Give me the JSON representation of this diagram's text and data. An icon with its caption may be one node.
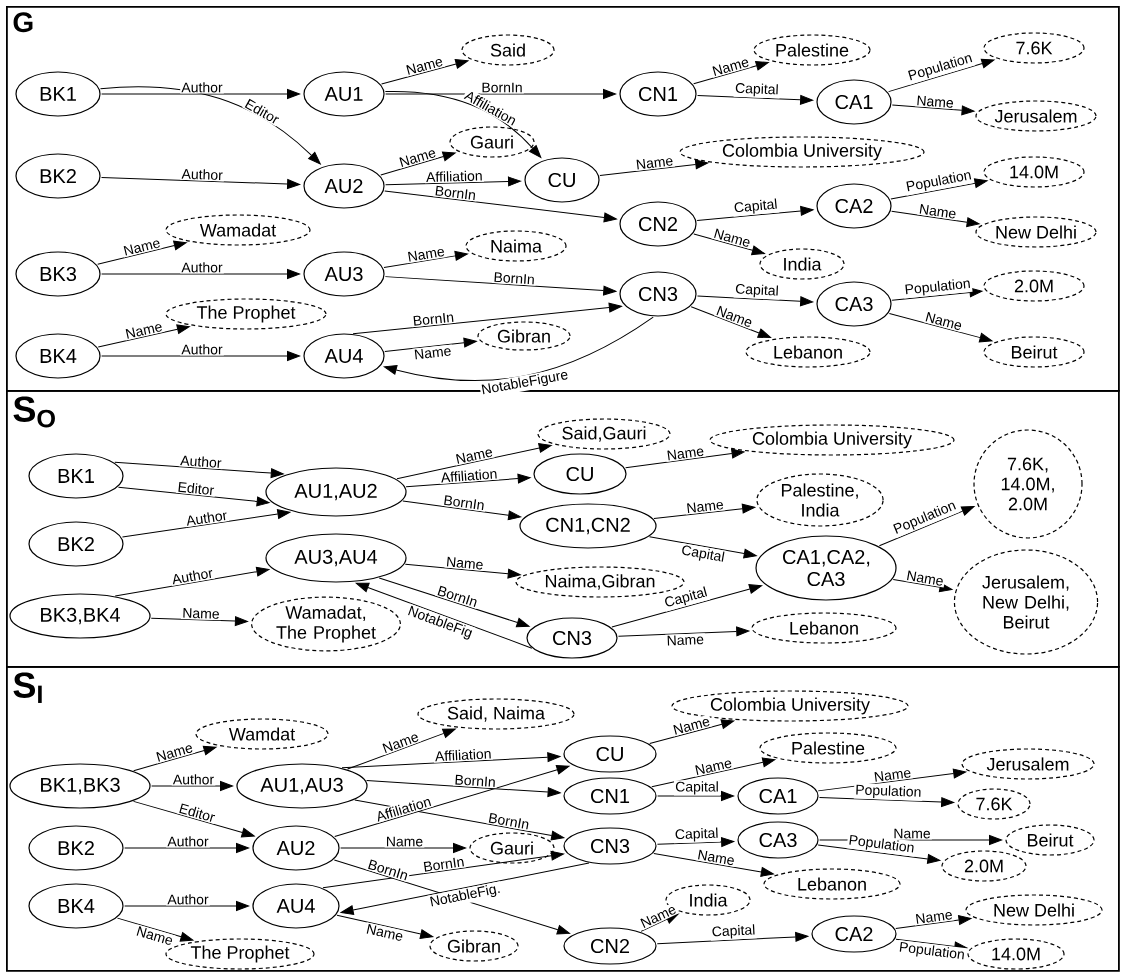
{
  "diagram": {
    "nodes": [
      {
        "text": [
          "G"
        ]
      },
      {
        "text": [
          "BK1"
        ],
        "in": 0
      },
      {
        "text": [
          "AU1"
        ],
        "in": 0
      },
      {
        "text": [
          "Said"
        ],
        "in": 0
      },
      {
        "text": [
          "CN1"
        ],
        "in": 0
      },
      {
        "text": [
          "Palestine"
        ],
        "in": 0
      },
      {
        "text": [
          "CA1"
        ],
        "in": 0
      },
      {
        "text": [
          "7.6K"
        ],
        "in": 0
      },
      {
        "text": [
          "Jerusalem"
        ],
        "in": 0
      },
      {
        "text": [
          "BK2"
        ],
        "in": 0
      },
      {
        "text": [
          "AU2"
        ],
        "in": 0
      },
      {
        "text": [
          "Gauri"
        ],
        "in": 0
      },
      {
        "text": [
          "CU"
        ],
        "in": 0
      },
      {
        "text": [
          "Colombia University"
        ],
        "in": 0
      },
      {
        "text": [
          "CN2"
        ],
        "in": 0
      },
      {
        "text": [
          "CA2"
        ],
        "in": 0
      },
      {
        "text": [
          "14.0M"
        ],
        "in": 0
      },
      {
        "text": [
          "New Delhi"
        ],
        "in": 0
      },
      {
        "text": [
          "India"
        ],
        "in": 0
      },
      {
        "text": [
          "Wamadat"
        ],
        "in": 0
      },
      {
        "text": [
          "BK3"
        ],
        "in": 0
      },
      {
        "text": [
          "AU3"
        ],
        "in": 0
      },
      {
        "text": [
          "Naima"
        ],
        "in": 0
      },
      {
        "text": [
          "CN3"
        ],
        "in": 0
      },
      {
        "text": [
          "CA3"
        ],
        "in": 0
      },
      {
        "text": [
          "2.0M"
        ],
        "in": 0
      },
      {
        "text": [
          "The Prophet"
        ],
        "in": 0
      },
      {
        "text": [
          "Gibran"
        ],
        "in": 0
      },
      {
        "text": [
          "Lebanon"
        ],
        "in": 0
      },
      {
        "text": [
          "Beirut"
        ],
        "in": 0
      },
      {
        "text": [
          "BK4"
        ],
        "in": 0
      },
      {
        "text": [
          "AU4"
        ],
        "in": 0
      },
      {
        "text": [
          "S$_{O}$"
        ]
      },
      {
        "text": [
          "BK1"
        ],
        "in": 32
      },
      {
        "text": [
          "BK2"
        ],
        "in": 32
      },
      {
        "text": [
          "BK3,BK4"
        ],
        "in": 32
      },
      {
        "text": [
          "AU1,AU2"
        ],
        "in": 32
      },
      {
        "text": [
          "AU3,AU4"
        ],
        "in": 32
      },
      {
        "text": [
          "Wamadat, The Prophet"
        ],
        "in": 32
      },
      {
        "text": [
          "Said,Gauri"
        ],
        "in": 32
      },
      {
        "text": [
          "CU"
        ],
        "in": 32
      },
      {
        "text": [
          "Colombia University"
        ],
        "in": 32
      },
      {
        "text": [
          "CN1,CN2"
        ],
        "in": 32
      },
      {
        "text": [
          "Palestine, India"
        ],
        "in": 32
      },
      {
        "text": [
          "Naima,Gibran"
        ],
        "in": 32
      },
      {
        "text": [
          "CN3"
        ],
        "in": 32
      },
      {
        "text": [
          "CA1,CA2, CA3"
        ],
        "in": 32
      },
      {
        "text": [
          "Lebanon"
        ],
        "in": 32
      },
      {
        "text": [
          "7.6K, 14.0M, 2.0M"
        ],
        "in": 32
      },
      {
        "text": [
          "Jerusalem, New Delhi, Beirut"
        ],
        "in": 32
      },
      {
        "text": [
          "S$_{I}$"
        ]
      },
      {
        "text": [
          "Wamdat"
        ],
        "in": 50
      },
      {
        "text": [
          "Said, Naima"
        ],
        "in": 50
      },
      {
        "text": [
          "Colombia University"
        ],
        "in": 50
      },
      {
        "text": [
          "BK1,BK3"
        ],
        "in": 50
      },
      {
        "text": [
          "AU1,AU3"
        ],
        "in": 50
      },
      {
        "text": [
          "CU"
        ],
        "in": 50
      },
      {
        "text": [
          "Palestine"
        ],
        "in": 50
      },
      {
        "text": [
          "Jerusalem"
        ],
        "in": 50
      },
      {
        "text": [
          "CN1"
        ],
        "in": 50
      },
      {
        "text": [
          "CA1"
        ],
        "in": 50
      },
      {
        "text": [
          "7.6K"
        ],
        "in": 50
      },
      {
        "text": [
          "BK2"
        ],
        "in": 50
      },
      {
        "text": [
          "AU2"
        ],
        "in": 50
      },
      {
        "text": [
          "Gauri"
        ],
        "in": 50
      },
      {
        "text": [
          "CN3"
        ],
        "in": 50
      },
      {
        "text": [
          "CA3"
        ],
        "in": 50
      },
      {
        "text": [
          "Beirut"
        ],
        "in": 50
      },
      {
        "text": [
          "2.0M"
        ],
        "in": 50
      },
      {
        "text": [
          "Lebanon"
        ],
        "in": 50
      },
      {
        "text": [
          "India"
        ],
        "in": 50
      },
      {
        "text": [
          "BK4"
        ],
        "in": 50
      },
      {
        "text": [
          "AU4"
        ],
        "in": 50
      },
      {
        "text": [
          "CN2"
        ],
        "in": 50
      },
      {
        "text": [
          "CA2"
        ],
        "in": 50
      },
      {
        "text": [
          "New Delhi"
        ],
        "in": 50
      },
      {
        "text": [
          "Gibran"
        ],
        "in": 50
      },
      {
        "text": [
          "The Prophet"
        ],
        "in": 50
      },
      {
        "text": [
          "14.0M"
        ],
        "in": 50
      }
    ],
    "edges": [
      {
        "from": 1,
        "to": 2,
        "arrow": "to",
        "label": "Author"
      },
      {
        "from": 1,
        "to": 10,
        "arrow": "to",
        "label": "Editor"
      },
      {
        "from": 9,
        "to": 10,
        "arrow": "to",
        "label": "Author"
      },
      {
        "from": 20,
        "to": 21,
        "arrow": "to",
        "label": "Author"
      },
      {
        "from": 30,
        "to": 31,
        "arrow": "to",
        "label": "Author"
      },
      {
        "from": 20,
        "to": 19,
        "arrow": "to",
        "label": "Name"
      },
      {
        "from": 30,
        "to": 26,
        "arrow": "to",
        "label": "Name"
      },
      {
        "from": 2,
        "to": 3,
        "arrow": "to",
        "label": "Name"
      },
      {
        "from": 2,
        "to": 4,
        "arrow": "to",
        "label": "BornIn"
      },
      {
        "from": 2,
        "to": 12,
        "arrow": "to",
        "label": "Affiliation"
      },
      {
        "from": 10,
        "to": 11,
        "arrow": "to",
        "label": "Name"
      },
      {
        "from": 10,
        "to": 12,
        "arrow": "to",
        "label": "Affiliation"
      },
      {
        "from": 10,
        "to": 14,
        "arrow": "to",
        "label": "BornIn"
      },
      {
        "from": 21,
        "to": 22,
        "arrow": "to",
        "label": "Name"
      },
      {
        "from": 21,
        "to": 23,
        "arrow": "to",
        "label": "BornIn"
      },
      {
        "from": 31,
        "to": 27,
        "arrow": "to",
        "label": "Name"
      },
      {
        "from": 31,
        "to": 23,
        "arrow": "to",
        "label": "BornIn"
      },
      {
        "from": 23,
        "to": 31,
        "arrow": "to",
        "label": "NotableFigure"
      },
      {
        "from": 12,
        "to": 13,
        "arrow": "to",
        "label": "Name"
      },
      {
        "from": 4,
        "to": 5,
        "arrow": "to",
        "label": "Name"
      },
      {
        "from": 4,
        "to": 6,
        "arrow": "to",
        "label": "Capital"
      },
      {
        "from": 6,
        "to": 7,
        "arrow": "to",
        "label": "Population"
      },
      {
        "from": 6,
        "to": 8,
        "arrow": "to",
        "label": "Name"
      },
      {
        "from": 14,
        "to": 15,
        "arrow": "to",
        "label": "Capital"
      },
      {
        "from": 14,
        "to": 18,
        "arrow": "to",
        "label": "Name"
      },
      {
        "from": 15,
        "to": 16,
        "arrow": "to",
        "label": "Population"
      },
      {
        "from": 15,
        "to": 17,
        "arrow": "to",
        "label": "Name"
      },
      {
        "from": 23,
        "to": 24,
        "arrow": "to",
        "label": "Capital"
      },
      {
        "from": 23,
        "to": 28,
        "arrow": "to",
        "label": "Name"
      },
      {
        "from": 24,
        "to": 25,
        "arrow": "to",
        "label": "Population"
      },
      {
        "from": 24,
        "to": 29,
        "arrow": "to",
        "label": "Name"
      },
      {
        "from": 33,
        "to": 36,
        "arrow": "to",
        "label": "Author"
      },
      {
        "from": 33,
        "to": 36,
        "arrow": "to",
        "label": "Editor"
      },
      {
        "from": 34,
        "to": 36,
        "arrow": "to",
        "label": "Author"
      },
      {
        "from": 35,
        "to": 37,
        "arrow": "to",
        "label": "Author"
      },
      {
        "from": 35,
        "to": 38,
        "arrow": "to",
        "label": "Name"
      },
      {
        "from": 36,
        "to": 39,
        "arrow": "to",
        "label": "Name"
      },
      {
        "from": 36,
        "to": 40,
        "arrow": "to",
        "label": "Affiliation"
      },
      {
        "from": 36,
        "to": 42,
        "arrow": "to",
        "label": "BornIn"
      },
      {
        "from": 37,
        "to": 44,
        "arrow": "to",
        "label": "Name"
      },
      {
        "from": 37,
        "to": 45,
        "arrow": "to",
        "label": "BornIn"
      },
      {
        "from": 45,
        "to": 37,
        "arrow": "to",
        "label": "NotableFig"
      },
      {
        "from": 40,
        "to": 41,
        "arrow": "to",
        "label": "Name"
      },
      {
        "from": 42,
        "to": 43,
        "arrow": "to",
        "label": "Name"
      },
      {
        "from": 42,
        "to": 46,
        "arrow": "to",
        "label": "Capital"
      },
      {
        "from": 45,
        "to": 46,
        "arrow": "to",
        "label": "Capital"
      },
      {
        "from": 45,
        "to": 47,
        "arrow": "to",
        "label": "Name"
      },
      {
        "from": 46,
        "to": 48,
        "arrow": "to",
        "label": "Population"
      },
      {
        "from": 46,
        "to": 49,
        "arrow": "to",
        "label": "Name"
      },
      {
        "from": 54,
        "to": 51,
        "arrow": "to",
        "label": "Name"
      },
      {
        "from": 54,
        "to": 55,
        "arrow": "to",
        "label": "Author"
      },
      {
        "from": 54,
        "to": 63,
        "arrow": "to",
        "label": "Editor"
      },
      {
        "from": 62,
        "to": 63,
        "arrow": "to",
        "label": "Author"
      },
      {
        "from": 71,
        "to": 72,
        "arrow": "to",
        "label": "Author"
      },
      {
        "from": 71,
        "to": 77,
        "arrow": "to",
        "label": "Name"
      },
      {
        "from": 55,
        "to": 52,
        "arrow": "to",
        "label": "Name"
      },
      {
        "from": 55,
        "to": 56,
        "arrow": "to",
        "label": "Affiliation"
      },
      {
        "from": 55,
        "to": 59,
        "arrow": "to",
        "label": "BornIn"
      },
      {
        "from": 55,
        "to": 65,
        "arrow": "to",
        "label": "BornIn"
      },
      {
        "from": 63,
        "to": 56,
        "arrow": "to",
        "label": "Affiliation"
      },
      {
        "from": 63,
        "to": 64,
        "arrow": "to",
        "label": "Name"
      },
      {
        "from": 63,
        "to": 73,
        "arrow": "to",
        "label": "BornIn"
      },
      {
        "from": 72,
        "to": 65,
        "arrow": "to",
        "label": "BornIn"
      },
      {
        "from": 65,
        "to": 72,
        "arrow": "to",
        "label": "NotableFig."
      },
      {
        "from": 72,
        "to": 76,
        "arrow": "to",
        "label": "Name"
      },
      {
        "from": 56,
        "to": 53,
        "arrow": "to",
        "label": "Name"
      },
      {
        "from": 59,
        "to": 57,
        "arrow": "to",
        "label": "Name"
      },
      {
        "from": 59,
        "to": 60,
        "arrow": "to",
        "label": "Capital"
      },
      {
        "from": 60,
        "to": 58,
        "arrow": "to",
        "label": "Name"
      },
      {
        "from": 60,
        "to": 61,
        "arrow": "to",
        "label": "Population"
      },
      {
        "from": 65,
        "to": 66,
        "arrow": "to",
        "label": "Capital"
      },
      {
        "from": 66,
        "to": 67,
        "arrow": "to",
        "label": "Name"
      },
      {
        "from": 66,
        "to": 68,
        "arrow": "to",
        "label": "Population"
      },
      {
        "from": 65,
        "to": 69,
        "arrow": "to",
        "label": "Name"
      },
      {
        "from": 73,
        "to": 70,
        "arrow": "to",
        "label": "Name"
      },
      {
        "from": 73,
        "to": 74,
        "arrow": "to",
        "label": "Capital"
      },
      {
        "from": 74,
        "to": 75,
        "arrow": "to",
        "label": "Name"
      },
      {
        "from": 74,
        "to": 78,
        "arrow": "to",
        "label": "Population"
      }
    ]
  }
}
